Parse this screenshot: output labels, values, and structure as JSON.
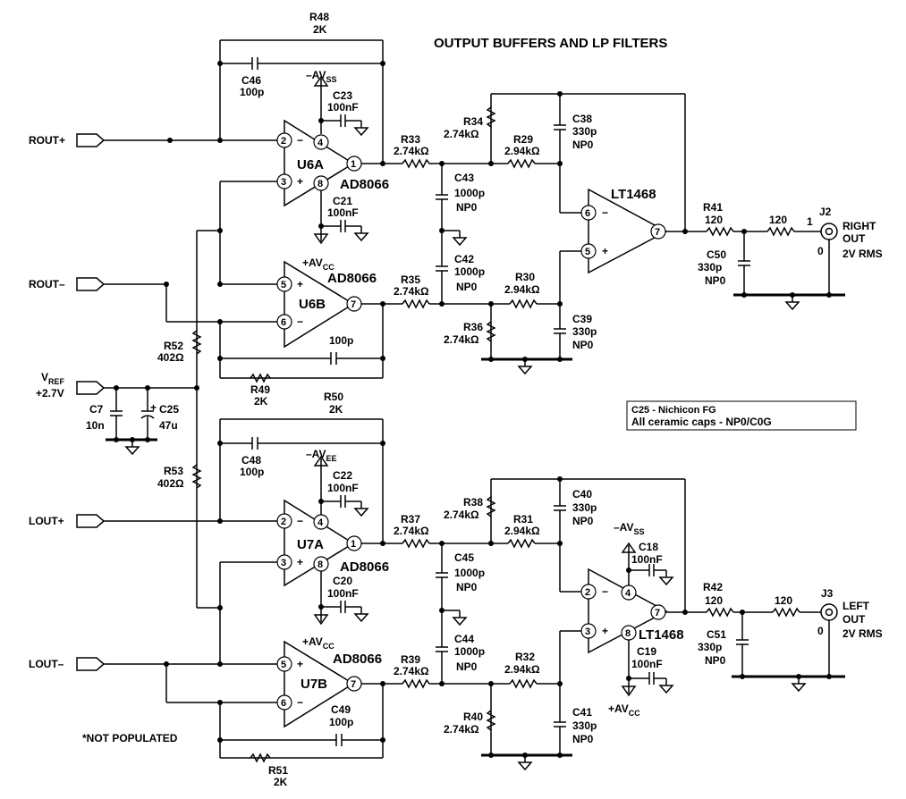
{
  "title": "OUTPUT BUFFERS AND LP FILTERS",
  "note": {
    "line1": "C25 - Nichicon FG",
    "line2": "All ceramic caps - NP0/C0G"
  },
  "footnote": "*NOT POPULATED",
  "ports": {
    "rout_p": "ROUT+",
    "rout_m": "ROUT–",
    "lout_p": "LOUT+",
    "lout_m": "LOUT–",
    "vref": "V",
    "vref_sub": "REF",
    "vref_val": "+2.7V"
  },
  "opamps": {
    "u6a": "U6A",
    "u6b": "U6B",
    "u7a": "U7A",
    "u7b": "U7B",
    "ad": "AD8066",
    "lt": "LT1468"
  },
  "supplies": {
    "avss": "–AV",
    "ss": "SS",
    "avee": "–AV",
    "ee": "EE",
    "avcc": "+AV",
    "cc": "CC"
  },
  "pins": {
    "p1": "1",
    "p2": "2",
    "p3": "3",
    "p4": "4",
    "p5": "5",
    "p6": "6",
    "p7": "7",
    "p8": "8"
  },
  "parts": {
    "r48": [
      "R48",
      "2K"
    ],
    "c46": [
      "C46",
      "100p"
    ],
    "c23": [
      "C23",
      "100nF"
    ],
    "c21": [
      "C21",
      "100nF"
    ],
    "r33": [
      "R33",
      "2.74kΩ"
    ],
    "r34": [
      "R34",
      "2.74kΩ"
    ],
    "r29": [
      "R29",
      "2.94kΩ"
    ],
    "c38": [
      "C38",
      "330p",
      "NP0"
    ],
    "c43": [
      "C43",
      "1000p",
      "NP0"
    ],
    "c42": [
      "C42",
      "1000p",
      "NP0"
    ],
    "r35": [
      "R35",
      "2.74kΩ"
    ],
    "r30": [
      "R30",
      "2.94kΩ"
    ],
    "r36": [
      "R36",
      "2.74kΩ"
    ],
    "c39": [
      "C39",
      "330p",
      "NP0"
    ],
    "c100": [
      "100p"
    ],
    "r49": [
      "R49",
      "2K"
    ],
    "r41": [
      "R41",
      "120"
    ],
    "r120a": [
      "120"
    ],
    "c50": [
      "C50",
      "330p",
      "NP0"
    ],
    "j2": [
      "J2",
      "1",
      "0"
    ],
    "right_out": [
      "RIGHT",
      "OUT",
      "2V RMS"
    ],
    "r52": [
      "R52",
      "402Ω"
    ],
    "r53": [
      "R53",
      "402Ω"
    ],
    "c7": [
      "C7",
      "10n"
    ],
    "c25": [
      "C25",
      "47u",
      "+"
    ],
    "r50": [
      "R50",
      "2K"
    ],
    "c48": [
      "C48",
      "100p"
    ],
    "c22": [
      "C22",
      "100nF"
    ],
    "c20": [
      "C20",
      "100nF"
    ],
    "r37": [
      "R37",
      "2.74kΩ"
    ],
    "r38": [
      "R38",
      "2.74kΩ"
    ],
    "r31": [
      "R31",
      "2.94kΩ"
    ],
    "c40": [
      "C40",
      "330p",
      "NP0"
    ],
    "c45": [
      "C45",
      "1000p",
      "NP0"
    ],
    "c44": [
      "C44",
      "1000p",
      "NP0"
    ],
    "r39": [
      "R39",
      "2.74kΩ"
    ],
    "r32": [
      "R32",
      "2.94kΩ"
    ],
    "r40": [
      "R40",
      "2.74kΩ"
    ],
    "c41": [
      "C41",
      "330p",
      "NP0"
    ],
    "c49": [
      "C49",
      "100p"
    ],
    "r51": [
      "R51",
      "2K"
    ],
    "c18": [
      "C18",
      "100nF"
    ],
    "c19": [
      "C19",
      "100nF"
    ],
    "r42": [
      "R42",
      "120"
    ],
    "r120b": [
      "120"
    ],
    "c51": [
      "C51",
      "330p",
      "NP0"
    ],
    "j3": [
      "J3",
      "0"
    ],
    "left_out": [
      "LEFT",
      "OUT",
      "2V RMS"
    ]
  }
}
